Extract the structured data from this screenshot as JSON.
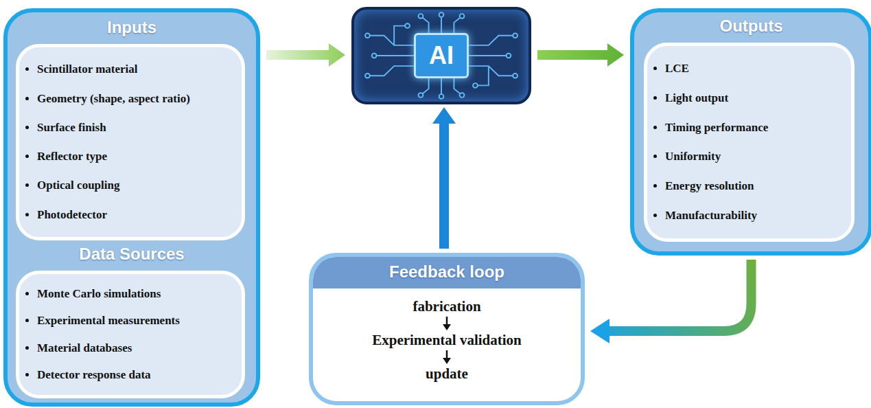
{
  "diagram": {
    "nodes": [
      {
        "text": [
          "Inputs",
          "Data Sources"
        ]
      },
      {
        "text": [
          "Scintillator material",
          "Geometry (shape, aspect ratio)",
          "Surface finish",
          "Reflector type",
          "Optical coupling",
          "Photodetector"
        ],
        "in": 0
      },
      {
        "text": [
          "Monte Carlo simulations",
          "Experimental measurements",
          "Material databases",
          "Detector response data"
        ],
        "in": 0
      },
      {
        "text": [
          "AI"
        ]
      },
      {
        "text": [
          "Outputs"
        ]
      },
      {
        "text": [
          "LCE",
          "Light output",
          "Timing performance",
          "Uniformity",
          "Energy resolution",
          "Manufacturability"
        ],
        "in": 4
      },
      {
        "text": [
          "Feedback loop",
          "fabrication",
          "Experimental validation",
          "update"
        ]
      }
    ],
    "edges": [
      {
        "from": 0,
        "to": 3,
        "arrow": "to"
      },
      {
        "from": 3,
        "to": 4,
        "arrow": "to"
      },
      {
        "from": 4,
        "to": 6,
        "arrow": "to"
      },
      {
        "from": 6,
        "to": 3,
        "arrow": "to"
      }
    ]
  }
}
